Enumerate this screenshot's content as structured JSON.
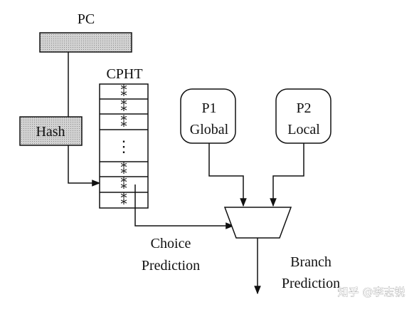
{
  "diagram": {
    "pc_label": "PC",
    "hash_label": "Hash",
    "cpht_label": "CPHT",
    "counter_glyph": "⁑",
    "ellipsis": "⋮",
    "p1": {
      "line1": "P1",
      "line2": "Global"
    },
    "p2": {
      "line1": "P2",
      "line2": "Local"
    },
    "choice_line1": "Choice",
    "choice_line2": "Prediction",
    "branch_line1": "Branch",
    "branch_line2": "Prediction",
    "watermark": "知乎 @李志锐"
  },
  "colors": {
    "shaded_fill": "#c9c9c9",
    "stroke": "#111111"
  }
}
